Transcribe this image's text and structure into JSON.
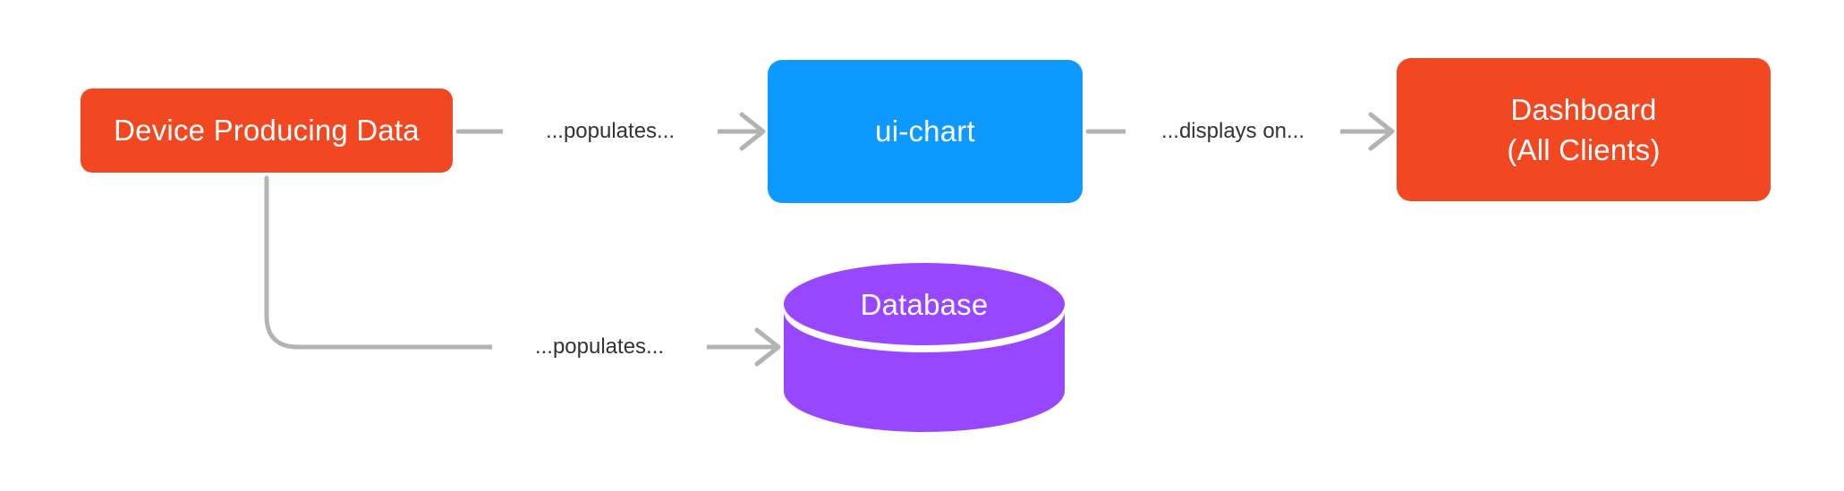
{
  "diagram": {
    "title": "data flow diagram",
    "background": "#FFFFFF",
    "nodes": {
      "device": {
        "label": "Device Producing Data",
        "shape": "rounded-rect",
        "fill": "#F24822",
        "text_color": "#FFFFFF"
      },
      "ui_chart": {
        "label": "ui-chart",
        "shape": "rounded-rect",
        "fill": "#0D99FF",
        "text_color": "#FFFFFF"
      },
      "dashboard": {
        "line1": "Dashboard",
        "line2": "(All Clients)",
        "shape": "rounded-rect",
        "fill": "#F24822",
        "text_color": "#FFFFFF"
      },
      "database": {
        "label": "Database",
        "shape": "cylinder",
        "fill": "#9747FF",
        "text_color": "#FFFFFF"
      }
    },
    "edges": {
      "device_to_ui_chart": {
        "from": "device",
        "to": "ui_chart",
        "label": "...populates..."
      },
      "ui_chart_to_dashboard": {
        "from": "ui_chart",
        "to": "dashboard",
        "label": "...displays on..."
      },
      "device_to_database": {
        "from": "device",
        "to": "database",
        "label": "...populates..."
      }
    },
    "style": {
      "connector_color": "#B3B3B3",
      "edge_label_text_color": "#333333",
      "node_text_color": "#FFFFFF"
    }
  }
}
